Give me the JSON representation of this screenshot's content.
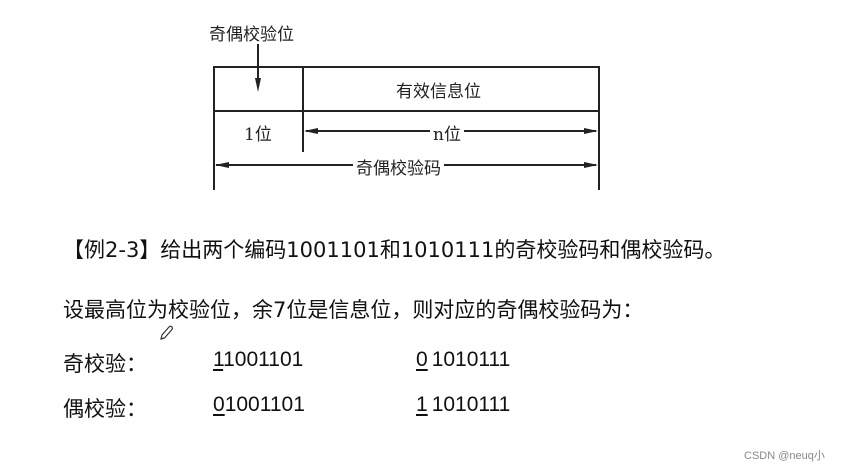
{
  "diagram": {
    "parity_bit_label": "奇偶校验位",
    "info_bits_label": "有效信息位",
    "one_bit_label": "1位",
    "n_bits_label": "n位",
    "parity_code_label": "奇偶校验码"
  },
  "example": {
    "title": "【例2-3】给出两个编码1001101和1010111的奇校验码和偶校验码。",
    "description": "设最高位为校验位，余7位是信息位，则对应的奇偶校验码为：",
    "rows": [
      {
        "label": "奇校验：",
        "code1_bit": "1",
        "code1_rest": "1001101",
        "code2_bit": "0",
        "code2_rest": "1010111"
      },
      {
        "label": "偶校验：",
        "code1_bit": "0",
        "code1_rest": "1001101",
        "code2_bit": "1",
        "code2_rest": "1010111"
      }
    ]
  },
  "cursor": {
    "icon": "pencil-icon"
  },
  "watermark": "CSDN @neuq小"
}
